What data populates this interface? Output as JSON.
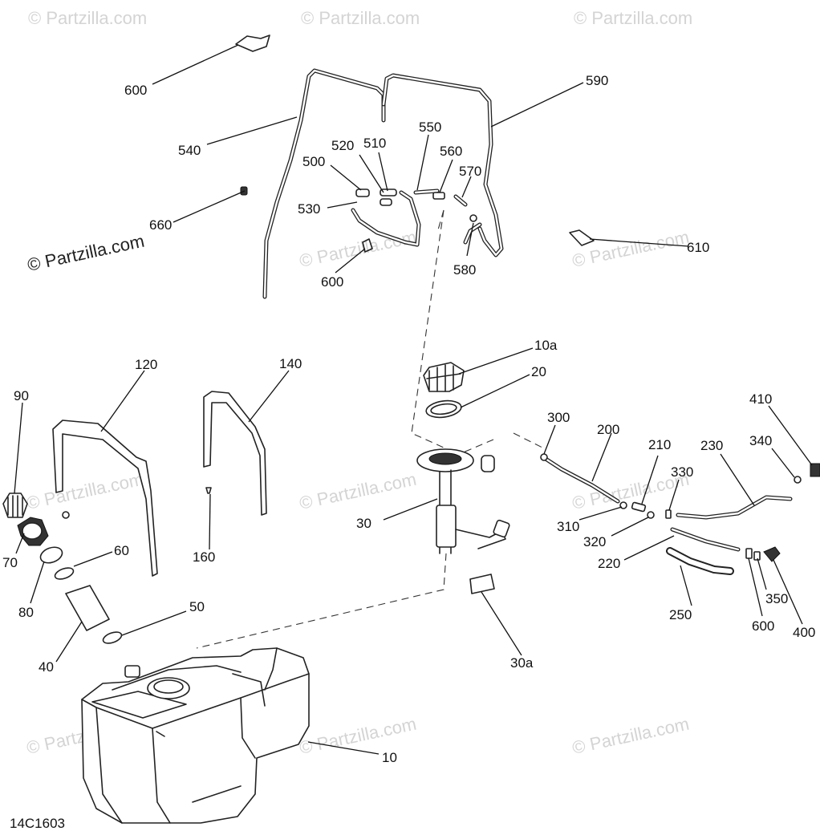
{
  "watermarks": {
    "text": "© Partzilla.com",
    "featured": "© Partzilla.com"
  },
  "diagram_code": "14C1603",
  "callouts": {
    "c600_top": "600",
    "c540": "540",
    "c590": "590",
    "c550": "550",
    "c520": "520",
    "c510": "510",
    "c560": "560",
    "c500": "500",
    "c570": "570",
    "c530": "530",
    "c580": "580",
    "c600_mid": "600",
    "c610": "610",
    "c660": "660",
    "c10a": "10a",
    "c20": "20",
    "c120": "120",
    "c140": "140",
    "c90": "90",
    "c160": "160",
    "c70": "70",
    "c60": "60",
    "c80": "80",
    "c50": "50",
    "c40": "40",
    "c30": "30",
    "c30a": "30a",
    "c10": "10",
    "c300": "300",
    "c200": "200",
    "c210": "210",
    "c230": "230",
    "c330": "330",
    "c340": "340",
    "c410": "410",
    "c310": "310",
    "c320": "320",
    "c220": "220",
    "c250": "250",
    "c350": "350",
    "c600_bot": "600",
    "c400": "400"
  }
}
